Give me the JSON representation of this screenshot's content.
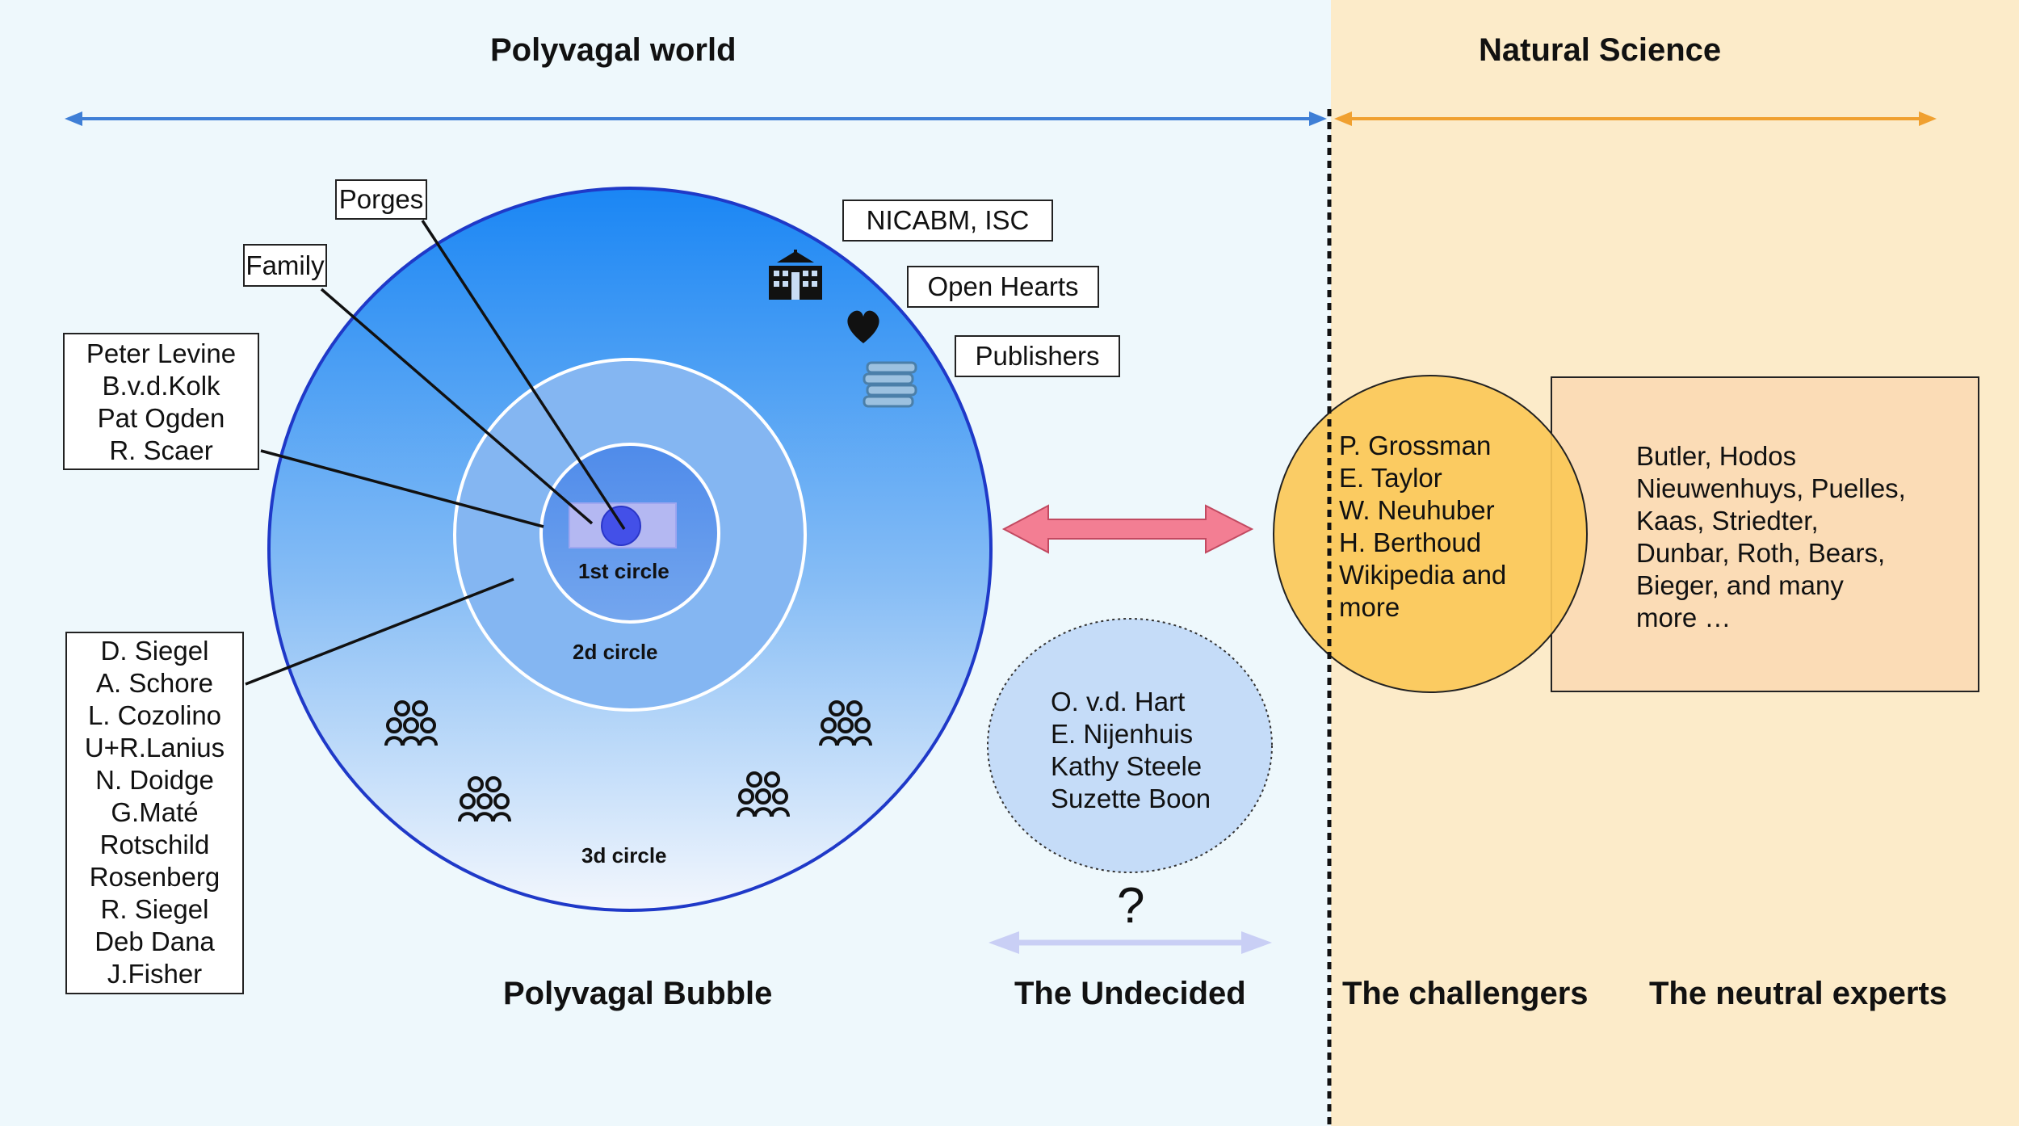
{
  "headings": {
    "polyvagal_world": "Polyvagal world",
    "natural_science": "Natural Science",
    "polyvagal_bubble": "Polyvagal Bubble",
    "undecided": "The Undecided",
    "challengers": "The challengers",
    "neutral_experts": "The neutral experts"
  },
  "labels": {
    "porges": "Porges",
    "family": "Family",
    "institutes": "NICABM,  ISC",
    "open_hearts": "Open Hearts",
    "publishers": "Publishers"
  },
  "first_circle_names": [
    "Peter Levine",
    "B.v.d.Kolk",
    "Pat Ogden",
    "R. Scaer"
  ],
  "second_circle_names": [
    "D. Siegel",
    "A. Schore",
    "L. Cozolino",
    "U+R.Lanius",
    "N. Doidge",
    "G.Maté",
    "Rotschild",
    "Rosenberg",
    "R. Siegel",
    "Deb Dana",
    "J.Fisher"
  ],
  "circles": {
    "first": "1st circle",
    "second": "2d circle",
    "third": "3d circle"
  },
  "undecided_names": [
    "O. v.d. Hart",
    "E. Nijenhuis",
    "Kathy Steele",
    "Suzette Boon"
  ],
  "question_mark": "?",
  "challenger_names": [
    "P. Grossman",
    "E. Taylor",
    "W. Neuhuber",
    "H. Berthoud",
    "Wikipedia and",
    "more"
  ],
  "neutral_expert_names": [
    "Butler, Hodos",
    "Nieuwenhuys, Puelles,",
    "Kaas, Striedter,",
    "Dunbar, Roth, Bears,",
    "Bieger, and many",
    "more …"
  ],
  "icons": [
    "building-icon",
    "heart-icon",
    "books-icon",
    "group-icon"
  ],
  "colors": {
    "left_background": "#eef8fc",
    "right_background": "#fcebc9",
    "world_arrow": "#3f7fd6",
    "science_arrow": "#f0a030",
    "double_arrow": "#f37e93",
    "undecided_arrow": "#c9cff5",
    "challenger_circle": "#fbc858",
    "neutral_box": "#fbdcb6"
  }
}
